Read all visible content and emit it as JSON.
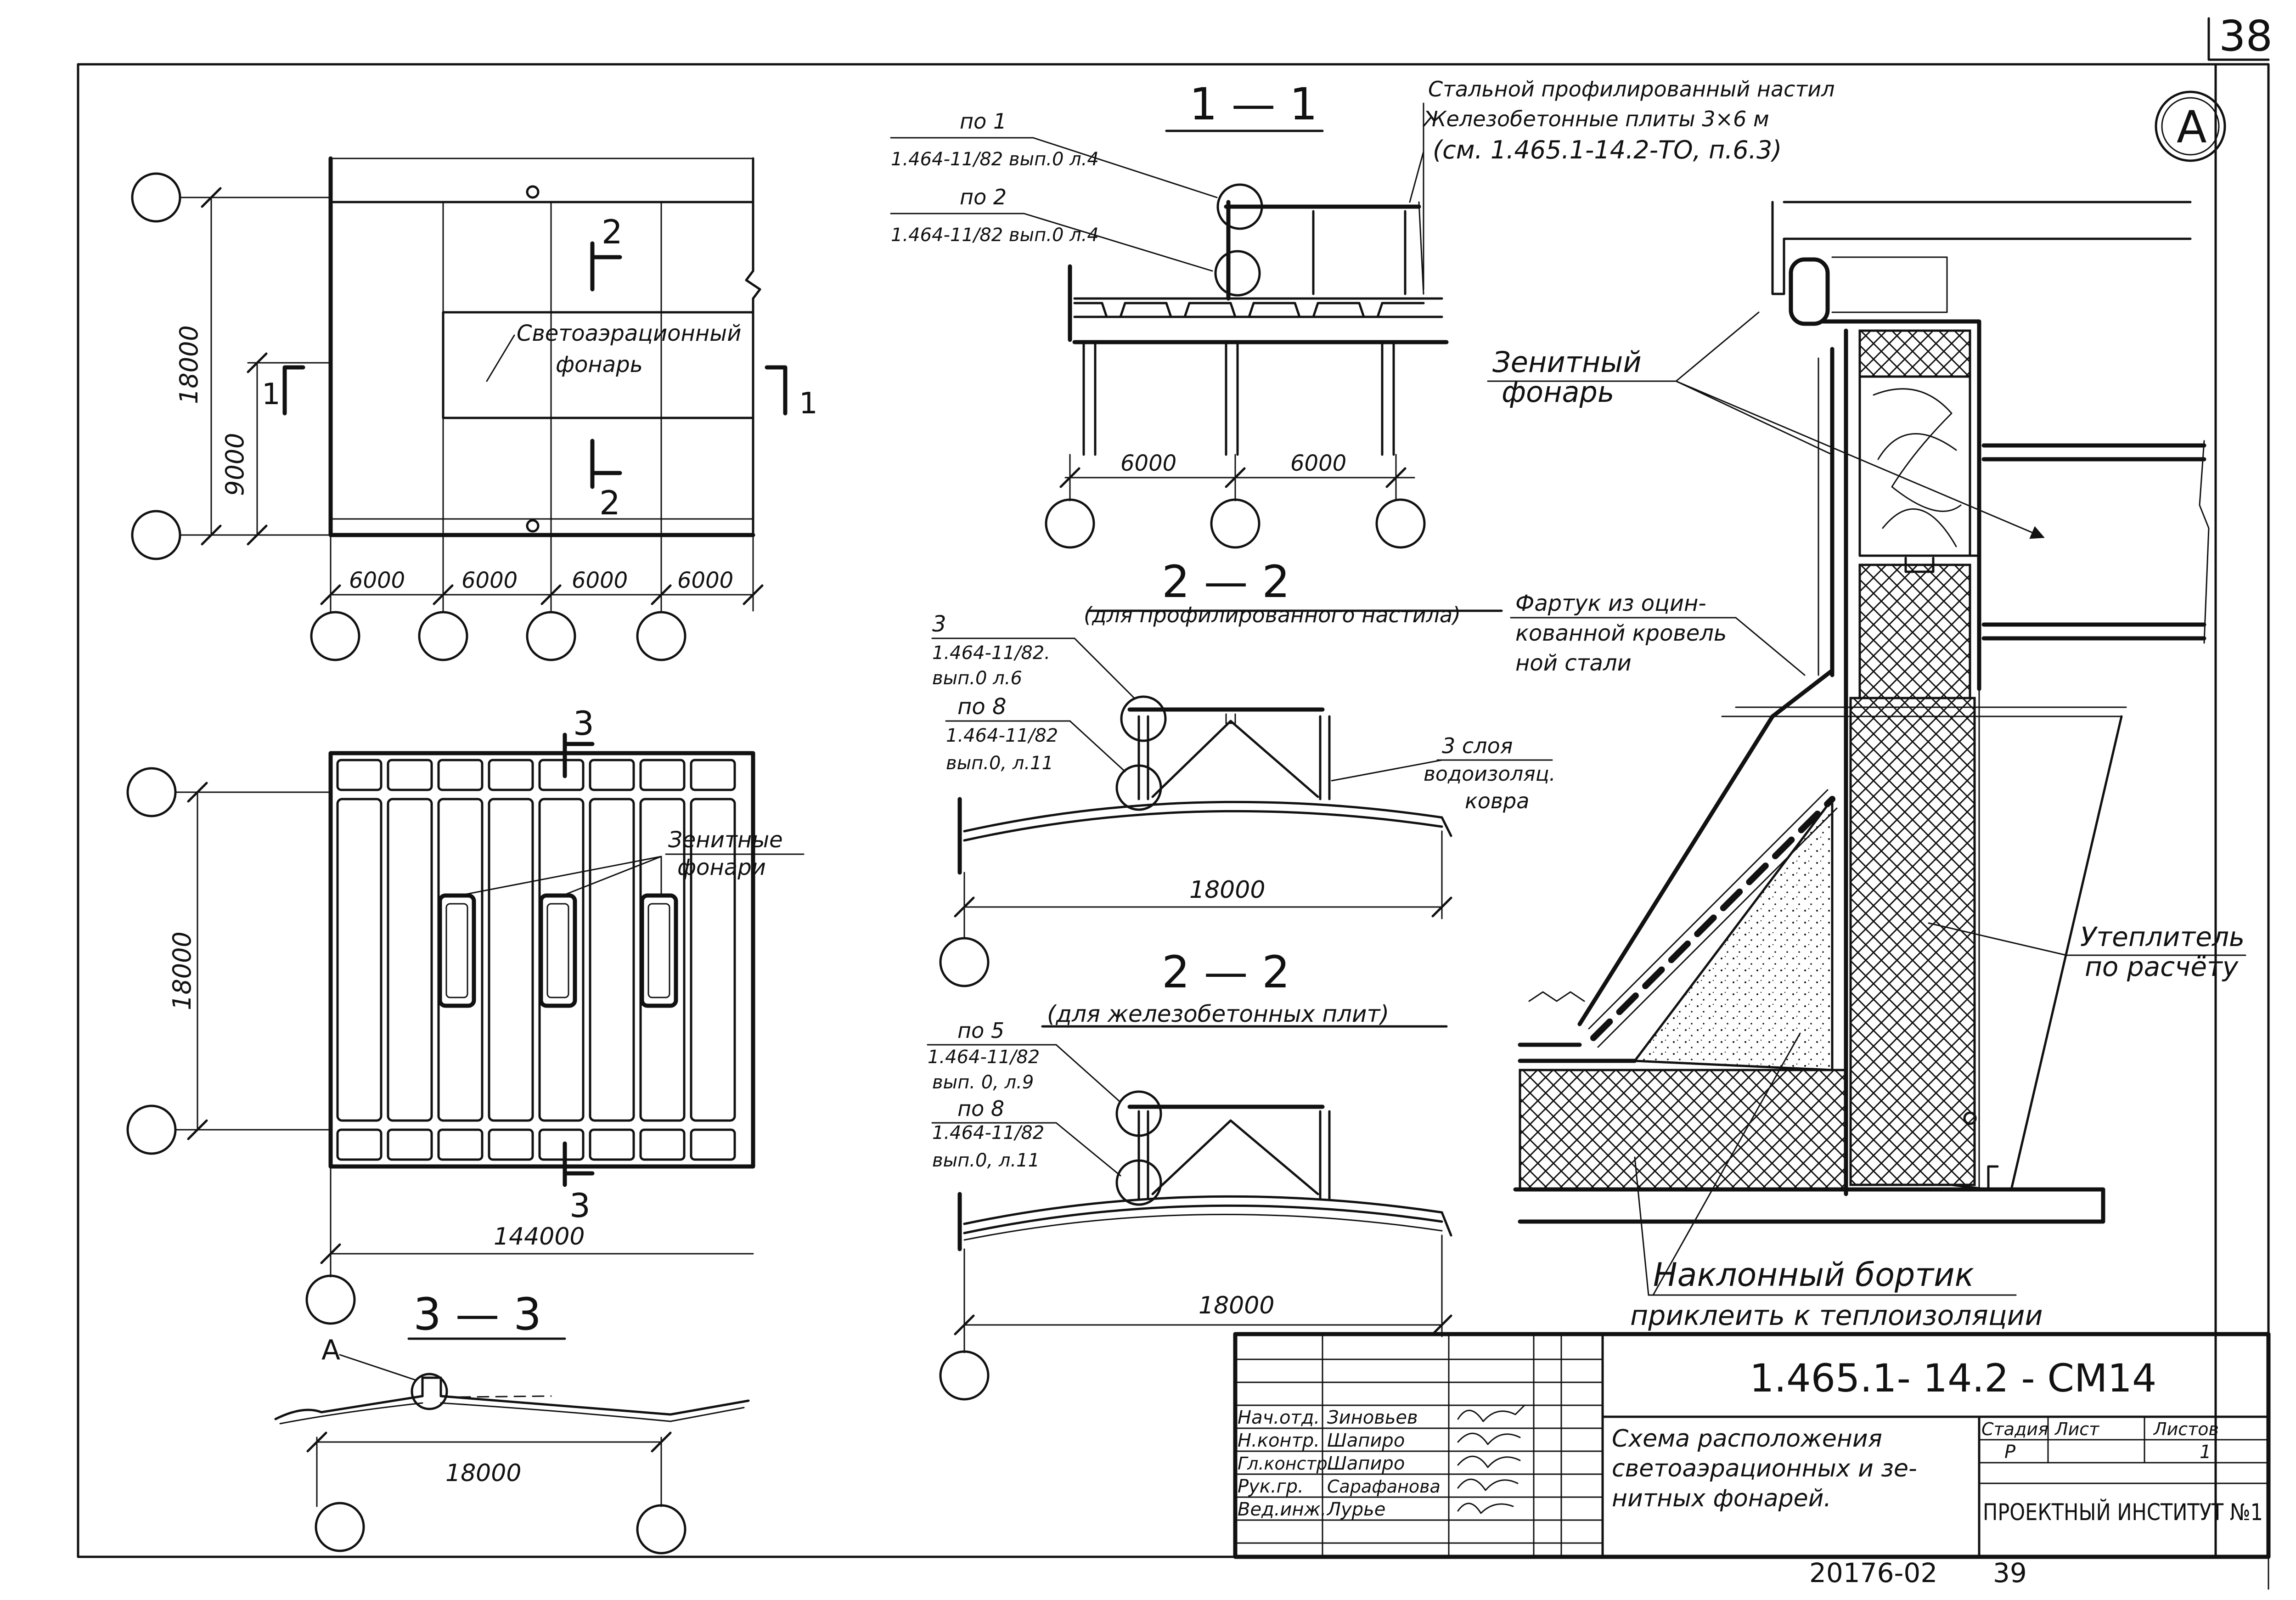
{
  "sheet_number": "38",
  "detail_marker": "A",
  "plan_top": {
    "dim_vertical_total": "18000",
    "dim_vertical_half": "9000",
    "section_1_left": "1",
    "section_1_right": "1",
    "section_2_top": "2",
    "section_2_bottom": "2",
    "skylight_label_line1": "Светоаэрационный",
    "skylight_label_line2": "фонарь",
    "spans": [
      "6000",
      "6000",
      "6000",
      "6000"
    ]
  },
  "plan_bottom": {
    "dim_vertical": "18000",
    "dim_total": "144000",
    "section_3_top": "3",
    "section_3_bottom": "3",
    "zenith_label_line1": "Зенитные",
    "zenith_label_line2": "фонари"
  },
  "section_3_3": {
    "title": "3 — 3",
    "marker": "A",
    "span": "18000"
  },
  "section_1_1": {
    "title": "1 — 1",
    "ref1_title": "по 1",
    "ref1_text": "1.464-11/82 вып.0 л.4",
    "ref2_title": "по 2",
    "ref2_text": "1.464-11/82 вып.0 л.4",
    "note_line1": "Стальной профилированный настил",
    "note_line2": "Железобетонные плиты 3×6 м",
    "note_line3": "(см. 1.465.1-14.2-ТО, п.6.3)",
    "spans": [
      "6000",
      "6000"
    ]
  },
  "section_2_2_deck": {
    "title": "2 — 2",
    "subtitle": "(для профилированного настила)",
    "ref3_title": "3",
    "ref3_line1": "1.464-11/82.",
    "ref3_line2": "вып.0 л.6",
    "ref8_title": "по 8",
    "ref8_line1": "1.464-11/82",
    "ref8_line2": "вып.0, л.11",
    "layers_line1": "3 слоя",
    "layers_line2": "водоизоляц.",
    "layers_line3": "ковра",
    "span": "18000"
  },
  "section_2_2_slab": {
    "title": "2 — 2",
    "subtitle": "(для железобетонных плит)",
    "ref5_title": "по 5",
    "ref5_line1": "1.464-11/82",
    "ref5_line2": "вып. 0, л.9",
    "ref8_title": "по 8",
    "ref8_line1": "1.464-11/82",
    "ref8_line2": "вып.0, л.11",
    "span": "18000"
  },
  "detail_A": {
    "zenith_line1": "Зенитный",
    "zenith_line2": "фонарь",
    "apron_line1": "Фартук из оцин-",
    "apron_line2": "кованной кровель",
    "apron_line3": "ной стали",
    "insul_line1": "Утеплитель",
    "insul_line2": "по расчёту",
    "curb_line1": "Наклонный бортик",
    "curb_line2": "приклеить к теплоизоляции"
  },
  "title_block": {
    "code": "1.465.1- 14.2 - СМ14",
    "roles": [
      "Нач.отд.",
      "Н.контр.",
      "Гл.констр.",
      "Рук.гр.",
      "Вед.инж."
    ],
    "names": [
      "Зиновьев",
      "Шапиро",
      "Шапиро",
      "Сарафанова",
      "Лурье"
    ],
    "description_line1": "Схема расположения",
    "description_line2": "светоаэрационных и зе-",
    "description_line3": "нитных фонарей.",
    "stage_header": "Стадия",
    "sheet_header": "Лист",
    "sheets_header": "Листов",
    "stage_value": "Р",
    "sheets_value": "1",
    "institute": "ПРОЕКТНЫЙ ИНСТИТУТ №1"
  },
  "footer": {
    "archive_number": "20176-02",
    "page_number": "39"
  }
}
